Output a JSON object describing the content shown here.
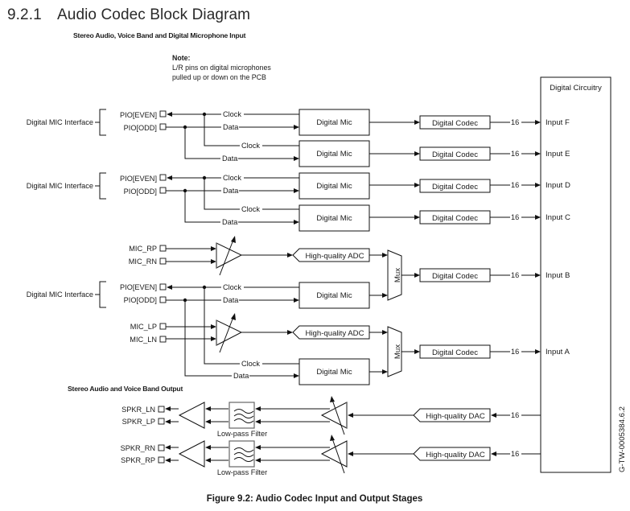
{
  "heading": {
    "number": "9.2.1",
    "title": "Audio Codec Block Diagram"
  },
  "input_section": {
    "title": "Stereo Audio, Voice Band and Digital Microphone Input",
    "note_title": "Note:",
    "note_lines": [
      "L/R pins on digital microphones",
      "pulled up or down on the PCB"
    ]
  },
  "output_section": {
    "title": "Stereo Audio and Voice Band Output"
  },
  "digital_circuitry": {
    "title": "Digital Circuitry",
    "inputs": [
      "Input F",
      "Input E",
      "Input D",
      "Input C",
      "Input B",
      "Input A"
    ]
  },
  "interfaces": [
    {
      "label": "Digital MIC Interface",
      "pin_even": "PIO[EVEN]",
      "pin_odd": "PIO[ODD]"
    },
    {
      "label": "Digital MIC Interface",
      "pin_even": "PIO[EVEN]",
      "pin_odd": "PIO[ODD]"
    },
    {
      "label": "Digital MIC Interface",
      "pin_even": "PIO[EVEN]",
      "pin_odd": "PIO[ODD]"
    }
  ],
  "signals": {
    "clock": "Clock",
    "data": "Data",
    "bus_width": "16"
  },
  "blocks": {
    "digital_mic": "Digital Mic",
    "digital_codec": "Digital Codec",
    "adc": "High-quality ADC",
    "dac": "High-quality DAC",
    "mux": "Mux",
    "lpf": "Low-pass Filter"
  },
  "analog_inputs": {
    "right": [
      "MIC_RP",
      "MIC_RN"
    ],
    "left": [
      "MIC_LP",
      "MIC_LN"
    ]
  },
  "speaker_outputs": {
    "left": [
      "SPKR_LN",
      "SPKR_LP"
    ],
    "right": [
      "SPKR_RN",
      "SPKR_RP"
    ]
  },
  "figure_id": "G-TW-0005384.6.2",
  "caption": "Figure 9.2: Audio Codec Input and Output Stages"
}
